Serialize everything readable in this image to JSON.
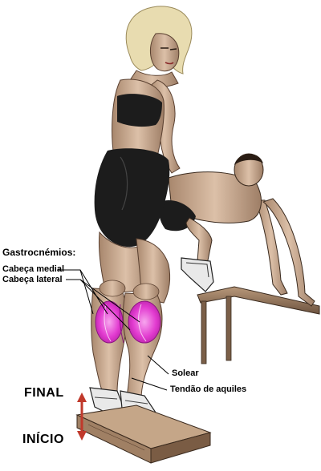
{
  "labels": {
    "group_title": "Gastrocnémios:",
    "medial_head": "Cabeça medial",
    "lateral_head": "Cabeça lateral",
    "soleus": "Solear",
    "achilles": "Tendão de aquiles",
    "final": "FINAL",
    "start": "INÍCIO"
  },
  "colors": {
    "muscle_highlight": "#e23bd0",
    "arrow": "#c0392b",
    "skin": "#c9a98f",
    "outfit": "#1c1c1c",
    "hair": "#e8dcb0",
    "bench": "#8a6b4f"
  }
}
